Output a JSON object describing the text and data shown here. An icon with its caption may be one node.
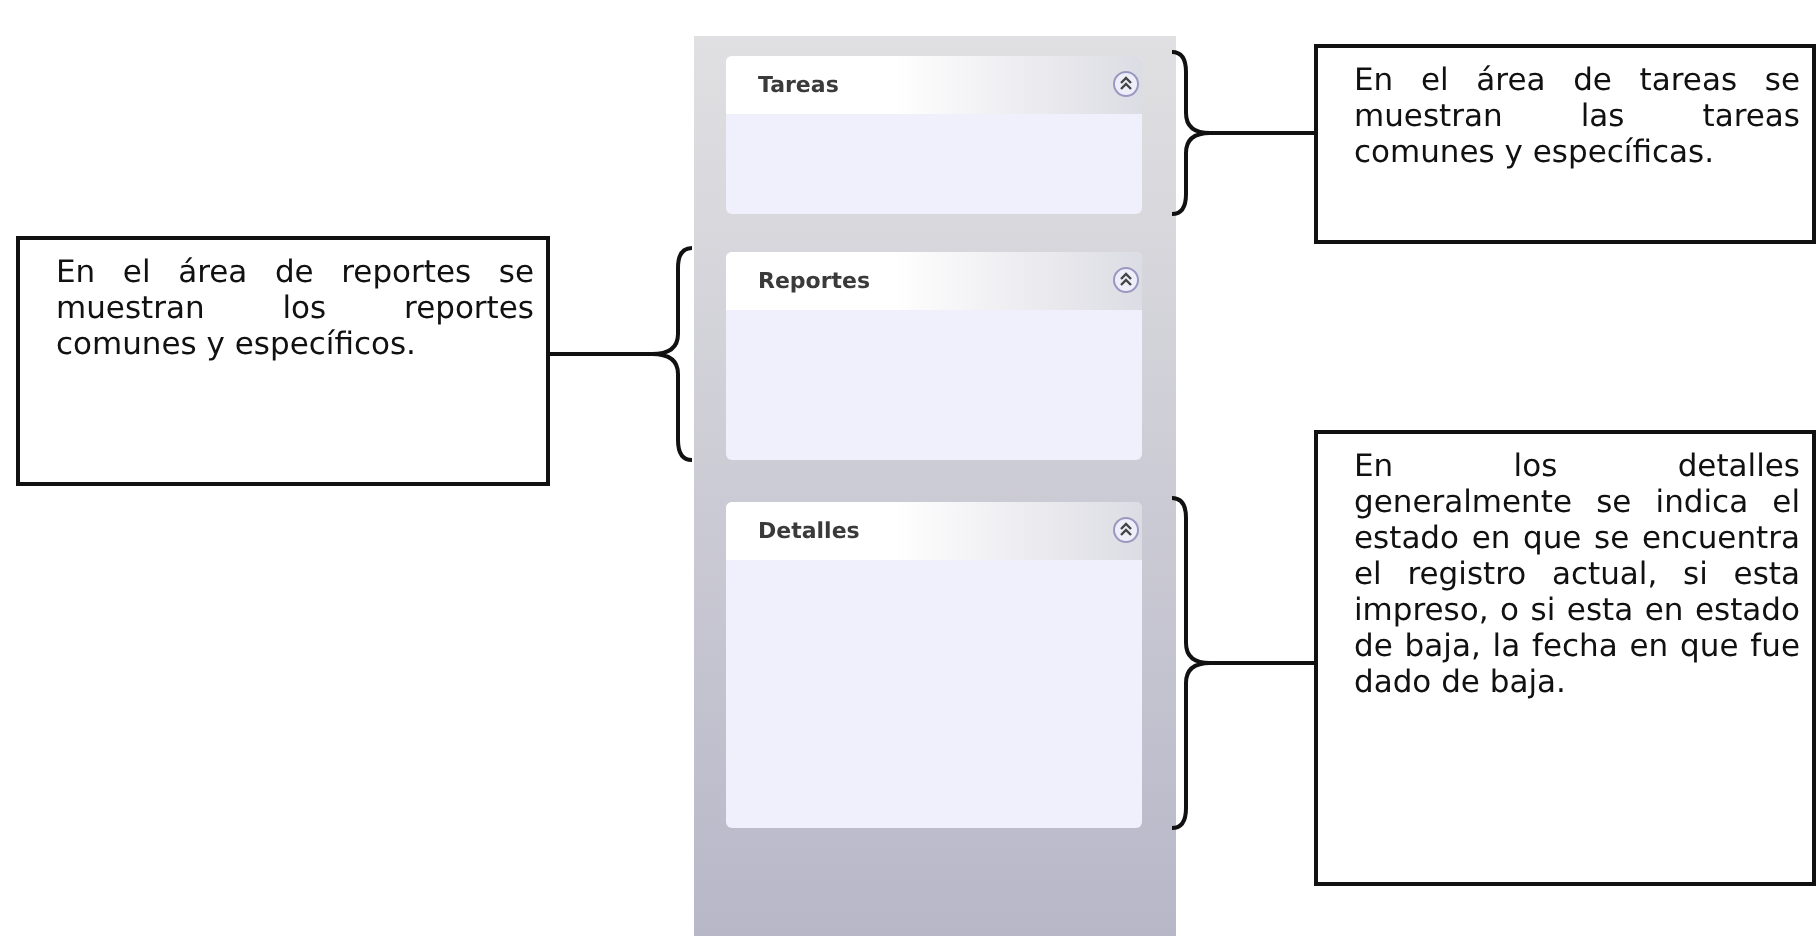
{
  "diagram": {
    "nodes": [
      {
        "text": [],
        "shape": "box"
      },
      {
        "text": [
          "Tareas"
        ],
        "in": 0
      },
      {
        "text": [
          "Reportes"
        ],
        "in": 0
      },
      {
        "text": [
          "Detalles"
        ],
        "in": 0
      },
      {
        "text": [
          "En el área de tareas se muestran las tareas comunes y específicas."
        ]
      },
      {
        "text": [
          "En el área de reportes se muestran los reportes comunes y específicos."
        ]
      },
      {
        "text": [
          "En los detalles generalmente se indica el estado en que se encuentra el registro actual, si esta impreso, o si esta en estado de baja, la fecha en que fue dado de baja."
        ]
      }
    ],
    "edges": [
      {
        "from": 4,
        "to": 1,
        "arrow": "none"
      },
      {
        "from": 5,
        "to": 2,
        "arrow": "none"
      },
      {
        "from": 6,
        "to": 3,
        "arrow": "none"
      }
    ]
  }
}
